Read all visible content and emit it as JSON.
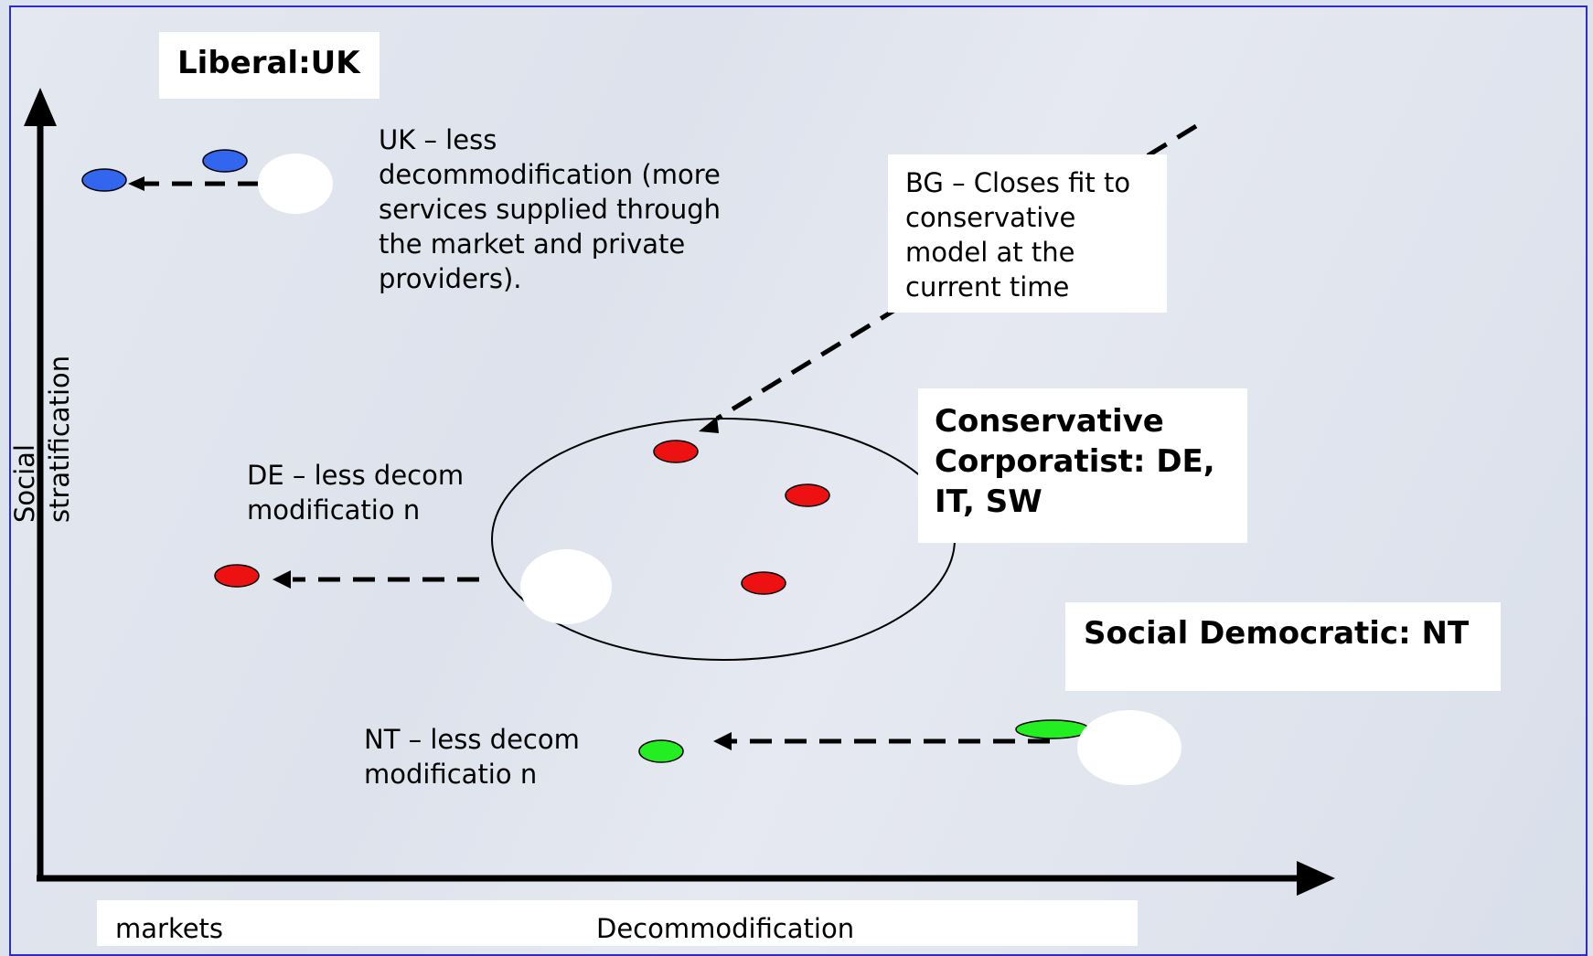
{
  "regimes": {
    "liberal": {
      "title": "Liberal:UK"
    },
    "conservative": {
      "title": "Conservative Corporatist: DE, IT, SW"
    },
    "social_democratic": {
      "title": "Social Democratic: NT"
    }
  },
  "annotations": {
    "uk_note": "UK – less decommodification (more services supplied through the market and private providers).",
    "bg_note": "BG – Closes fit to conservative model at the current time",
    "de_note": "DE – less decommodificatio n",
    "nt_note": "NT – less decommodificatio n"
  },
  "axes": {
    "y_label": "Social stratification",
    "x_left_label": "markets",
    "x_label": "Decommodification"
  },
  "colors": {
    "uk": "#3366ee",
    "de": "#ee1111",
    "nt": "#22ee22",
    "frame": "#2b2bd0"
  }
}
